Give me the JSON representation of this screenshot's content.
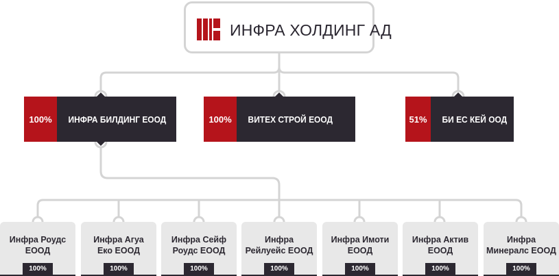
{
  "root": {
    "title": "ИНФРА ХОЛДИНГ АД",
    "logo_icon": "infra-logo-icon",
    "accent": "#b5141b"
  },
  "companies": [
    {
      "pct": "100%",
      "name": "ИНФРА БИЛДИНГ ЕООД"
    },
    {
      "pct": "100%",
      "name": "ВИТЕХ СТРОЙ ЕООД"
    },
    {
      "pct": "51%",
      "name": "БИ ЕС КЕЙ ООД"
    }
  ],
  "subsidiaries": [
    {
      "line1": "Инфра Роудс",
      "line2": "ЕООД",
      "pct": "100%"
    },
    {
      "line1": "Инфра Агуа",
      "line2": "Еко ЕООД",
      "pct": "100%"
    },
    {
      "line1": "Инфра Сейф",
      "line2": "Роудс ЕООД",
      "pct": "100%"
    },
    {
      "line1": "Инфра",
      "line2": "Рейлуейс ЕООД",
      "pct": "100%"
    },
    {
      "line1": "Инфра Имоти",
      "line2": "ЕООД",
      "pct": "100%"
    },
    {
      "line1": "Инфра Актив",
      "line2": "ЕООД",
      "pct": "100%"
    },
    {
      "line1": "Инфра",
      "line2": "Минералс ЕООД",
      "pct": "100%"
    }
  ]
}
